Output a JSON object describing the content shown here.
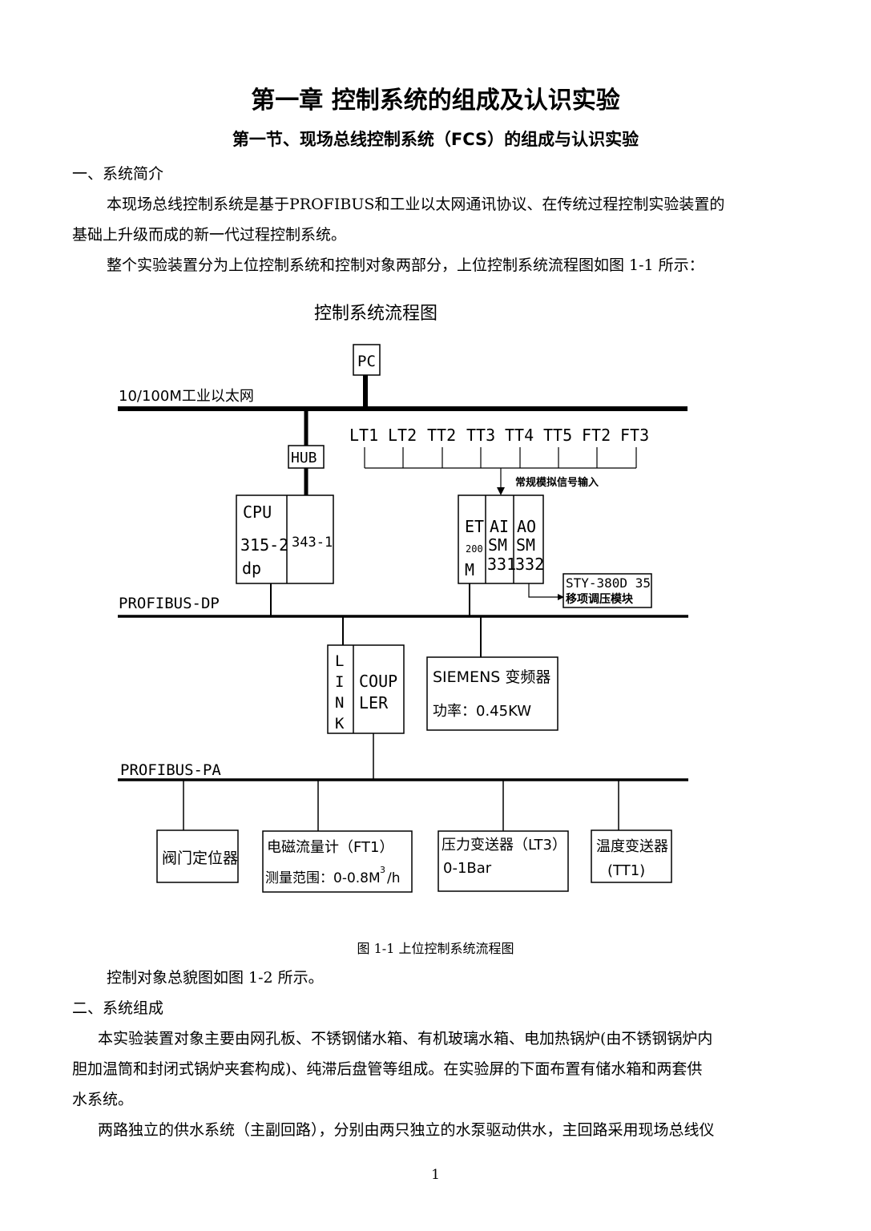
{
  "chapter_title": "第一章 控制系统的组成及认识实验",
  "section_title": "第一节、现场总线控制系统（FCS）的组成与认识实验",
  "s1_heading": "一、系统简介",
  "p1_line1": "本现场总线控制系统是基于PROFIBUS和工业以太网通讯协议、在传统过程控制实验装置的",
  "p1_line2": "基础上升级而成的新一代过程控制系统。",
  "p2": "整个实验装置分为上位控制系统和控制对象两部分，上位控制系统流程图如图 1-1 所示：",
  "diagram": {
    "title": "控制系统流程图",
    "pc": "PC",
    "ethernet": "10/100M工业以太网",
    "hub": "HUB",
    "signals": [
      "LT1",
      "LT2",
      "TT2",
      "TT3",
      "TT4",
      "TT5",
      "FT2",
      "FT3"
    ],
    "analog_input": "常规模拟信号输入",
    "cpu": [
      "CPU",
      "315-2",
      "dp"
    ],
    "cp": "343-1",
    "et200": [
      "ET",
      "200",
      "M"
    ],
    "ai": [
      "AI",
      "SM",
      "331"
    ],
    "ao": [
      "AO",
      "SM",
      "332"
    ],
    "sty": [
      "STY-380D 35",
      "移项调压模块"
    ],
    "profibus_dp": "PROFIBUS-DP",
    "link": [
      "L",
      "I",
      "N",
      "K"
    ],
    "coupler": [
      "COUP",
      "LER"
    ],
    "siemens": [
      "SIEMENS 变频器",
      "功率：0.45KW"
    ],
    "profibus_pa": "PROFIBUS-PA",
    "valve": "阀门定位器",
    "flowmeter": [
      "电磁流量计（FT1）",
      "测量范围：0-0.8M",
      "3",
      "/h"
    ],
    "pressure": [
      "压力变送器（LT3）",
      "0-1Bar"
    ],
    "temp": [
      "温度变送器",
      "(TT1)"
    ]
  },
  "caption": "图 1-1    上位控制系统流程图",
  "p3": "控制对象总貌图如图 1-2 所示。",
  "s2_heading": "二、系统组成",
  "p4_line1": "本实验装置对象主要由网孔板、不锈钢储水箱、有机玻璃水箱、电加热锅炉(由不锈钢锅炉内",
  "p4_line2": "胆加温筒和封闭式锅炉夹套构成)、纯滞后盘管等组成。在实验屏的下面布置有储水箱和两套供",
  "p4_line3": "水系统。",
  "p5": "两路独立的供水系统（主副回路），分别由两只独立的水泵驱动供水，主回路采用现场总线仪",
  "page_number": "1"
}
